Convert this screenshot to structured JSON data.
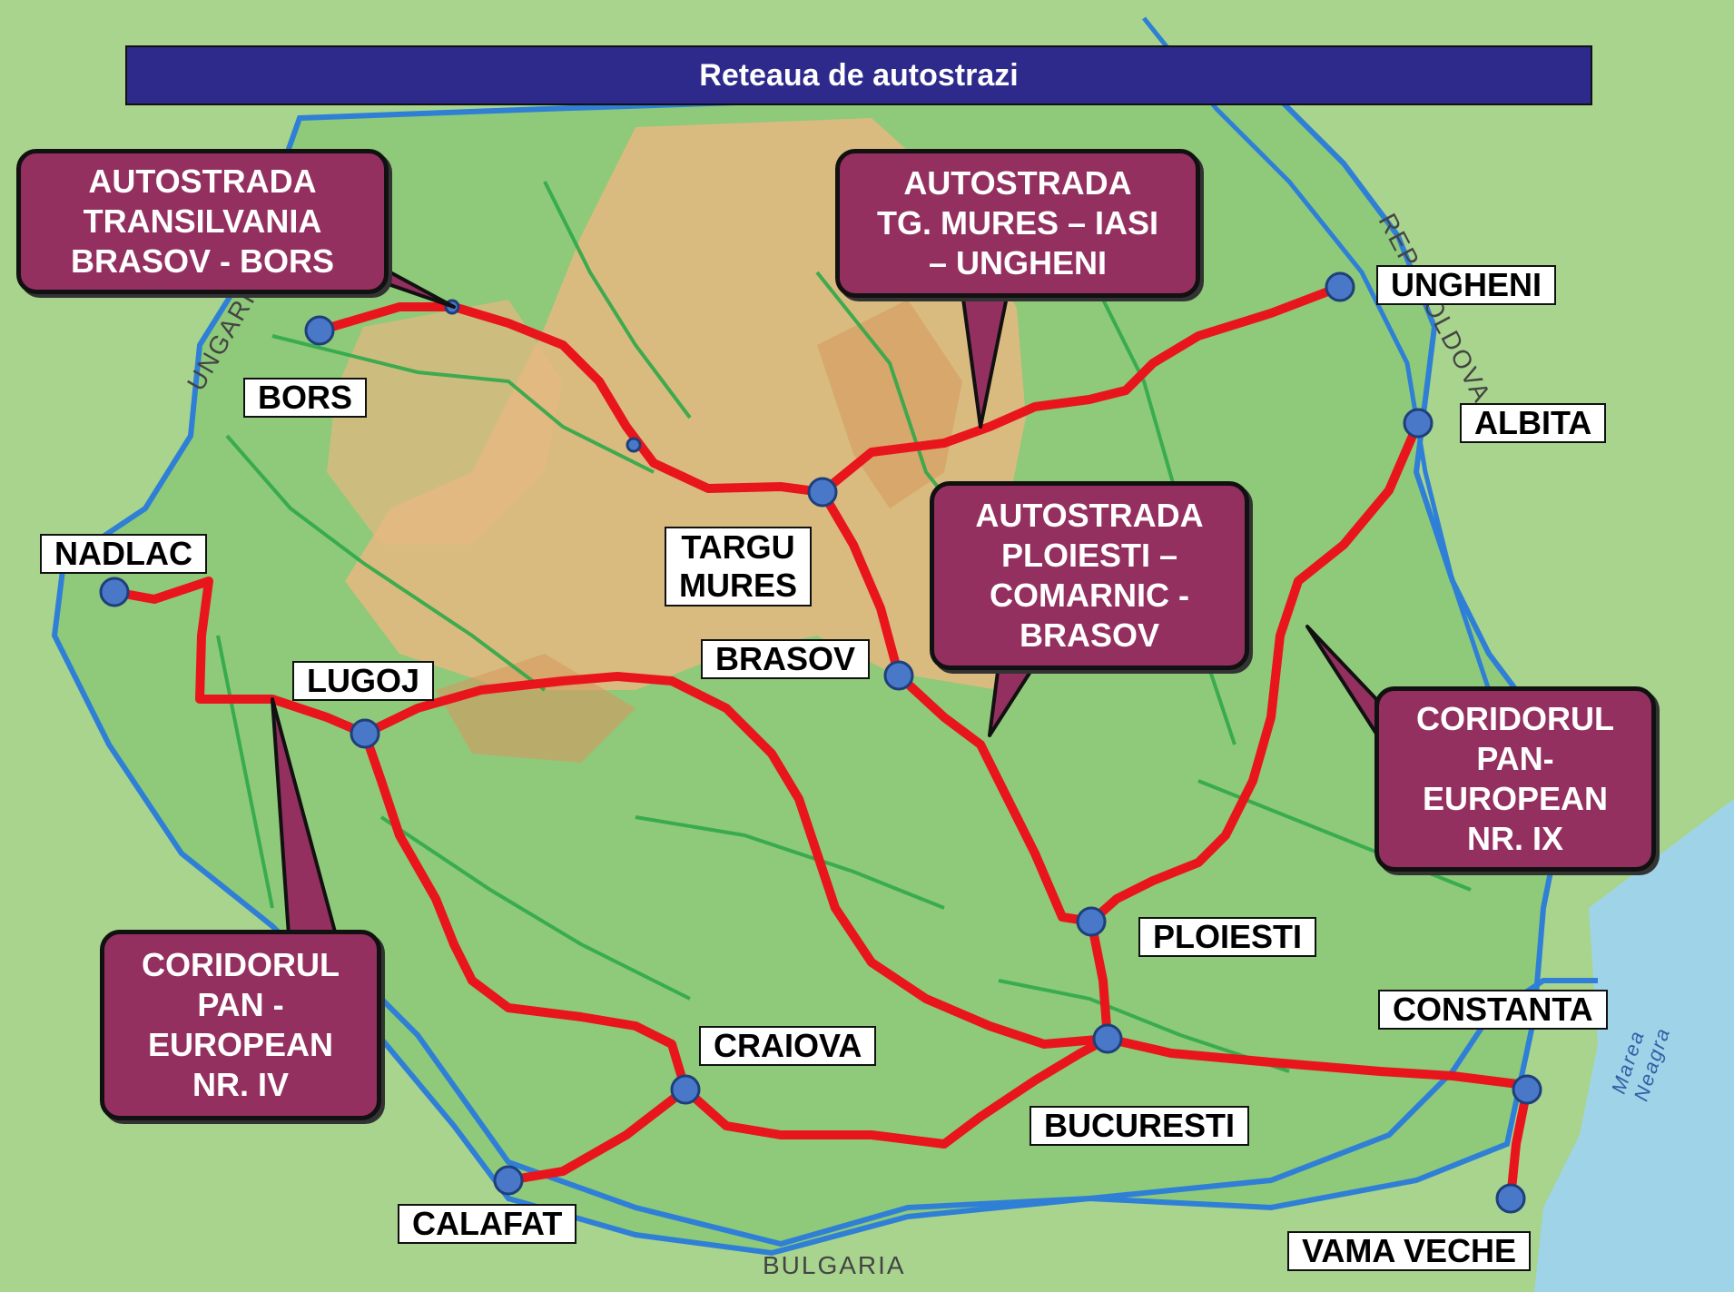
{
  "title": "Reteaua de autostrazi",
  "countries": {
    "ungaria": "UNGARIA",
    "bulgaria": "BULGARIA",
    "moldova": "REP. MOLDOVA",
    "sea": "Marea Neagra"
  },
  "cities": {
    "bors": "BORS",
    "nadlac": "NADLAC",
    "lugoj": "LUGOJ",
    "targu_mures_1": "TARGU",
    "targu_mures_2": "MURES",
    "brasov": "BRASOV",
    "ungheni": "UNGHENI",
    "albita": "ALBITA",
    "ploiesti": "PLOIESTI",
    "constanta": "CONSTANTA",
    "craiova": "CRAIOVA",
    "bucuresti": "BUCURESTI",
    "calafat": "CALAFAT",
    "vama_veche": "VAMA VECHE"
  },
  "callouts": {
    "transilvania": "AUTOSTRADA\nTRANSILVANIA\nBRASOV - BORS",
    "tgmures_iasi": "AUTOSTRADA\nTG. MURES – IASI\n– UNGHENI",
    "ploiesti_brasov": "AUTOSTRADA\nPLOIESTI –\nCOMARNIC -\nBRASOV",
    "coridor_ix": "CORIDORUL\nPAN-\nEUROPEAN\nNR. IX",
    "coridor_iv": "CORIDORUL\nPAN -\nEUROPEAN\nNR. IV"
  },
  "colors": {
    "route": "#e8161c",
    "node": "#4a78c8",
    "callout": "#94305f",
    "title_bar": "#2d2a8c",
    "land": "#8fc97a",
    "relief": "#e6b880",
    "water": "#9fd4e8",
    "border": "#2f7fd6"
  }
}
